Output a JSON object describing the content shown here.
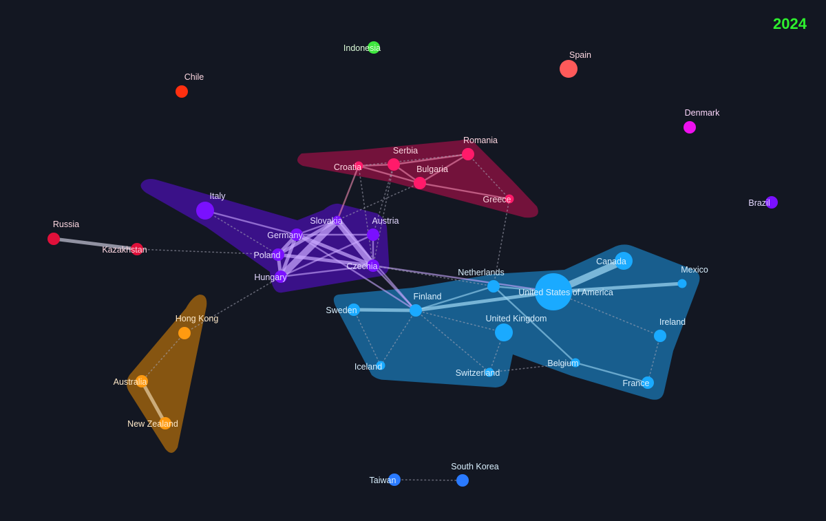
{
  "year": "2024",
  "colors": {
    "background": "#131722",
    "year": "#2ef02e",
    "cluster_purple": "#5a10c8",
    "cluster_blue": "#1a9fe8",
    "cluster_magenta": "#c0105a",
    "cluster_orange": "#e8900a"
  },
  "clusters": [
    {
      "id": "central-europe",
      "color": "#4a0fb0",
      "opacity": 0.72
    },
    {
      "id": "balkans",
      "color": "#a8104a",
      "opacity": 0.65
    },
    {
      "id": "western",
      "color": "#1a7ab8",
      "opacity": 0.72
    },
    {
      "id": "oceania",
      "color": "#b8700a",
      "opacity": 0.7
    }
  ],
  "nodes": [
    {
      "id": "indonesia",
      "label": "Indonesia",
      "color": "#3ee63e",
      "size": "small"
    },
    {
      "id": "spain",
      "label": "Spain",
      "color": "#ff5a5a",
      "size": "medium"
    },
    {
      "id": "chile",
      "label": "Chile",
      "color": "#ff3010",
      "size": "small"
    },
    {
      "id": "denmark",
      "label": "Denmark",
      "color": "#ee10ee",
      "size": "small"
    },
    {
      "id": "brazil",
      "label": "Brazil",
      "color": "#7a10ff",
      "size": "small"
    },
    {
      "id": "romania",
      "label": "Romania",
      "color": "#ff1a6a",
      "size": "small"
    },
    {
      "id": "serbia",
      "label": "Serbia",
      "color": "#ff1a6a",
      "size": "small"
    },
    {
      "id": "croatia",
      "label": "Croatia",
      "color": "#ff1a6a",
      "size": "tiny"
    },
    {
      "id": "bulgaria",
      "label": "Bulgaria",
      "color": "#ff1a6a",
      "size": "small"
    },
    {
      "id": "greece",
      "label": "Greece",
      "color": "#ff1a6a",
      "size": "tiny"
    },
    {
      "id": "italy",
      "label": "Italy",
      "color": "#7a10ff",
      "size": "medium"
    },
    {
      "id": "russia",
      "label": "Russia",
      "color": "#e0103a",
      "size": "small"
    },
    {
      "id": "kazakhstan",
      "label": "Kazakhstan",
      "color": "#e0103a",
      "size": "small"
    },
    {
      "id": "slovakia",
      "label": "Slovakia",
      "color": "#7a10ff",
      "size": "tiny"
    },
    {
      "id": "austria",
      "label": "Austria",
      "color": "#7a10ff",
      "size": "small"
    },
    {
      "id": "germany",
      "label": "Germany",
      "color": "#7a10ff",
      "size": "small"
    },
    {
      "id": "poland",
      "label": "Poland",
      "color": "#7a10ff",
      "size": "small"
    },
    {
      "id": "czechia",
      "label": "Czechia",
      "color": "#7a10ff",
      "size": "small"
    },
    {
      "id": "hungary",
      "label": "Hungary",
      "color": "#7a10ff",
      "size": "small"
    },
    {
      "id": "canada",
      "label": "Canada",
      "color": "#1aaaff",
      "size": "medium"
    },
    {
      "id": "mexico",
      "label": "Mexico",
      "color": "#1aaaff",
      "size": "tiny"
    },
    {
      "id": "netherlands",
      "label": "Netherlands",
      "color": "#1aaaff",
      "size": "small"
    },
    {
      "id": "usa",
      "label": "United States of America",
      "color": "#1aaaff",
      "size": "large"
    },
    {
      "id": "finland",
      "label": "Finland",
      "color": "#1aaaff",
      "size": "small"
    },
    {
      "id": "sweden",
      "label": "Sweden",
      "color": "#1aaaff",
      "size": "small"
    },
    {
      "id": "uk",
      "label": "United Kingdom",
      "color": "#1aaaff",
      "size": "medium"
    },
    {
      "id": "ireland",
      "label": "Ireland",
      "color": "#1aaaff",
      "size": "small"
    },
    {
      "id": "iceland",
      "label": "Iceland",
      "color": "#1aaaff",
      "size": "tiny"
    },
    {
      "id": "switzerland",
      "label": "Switzerland",
      "color": "#1aaaff",
      "size": "tiny"
    },
    {
      "id": "belgium",
      "label": "Belgium",
      "color": "#1aaaff",
      "size": "tiny"
    },
    {
      "id": "france",
      "label": "France",
      "color": "#1aaaff",
      "size": "small"
    },
    {
      "id": "hongkong",
      "label": "Hong Kong",
      "color": "#ff9a10",
      "size": "small"
    },
    {
      "id": "australia",
      "label": "Australia",
      "color": "#ff9a10",
      "size": "small"
    },
    {
      "id": "newzealand",
      "label": "New Zealand",
      "color": "#ff9a10",
      "size": "small"
    },
    {
      "id": "taiwan",
      "label": "Taiwan",
      "color": "#2a7aff",
      "size": "small"
    },
    {
      "id": "southkorea",
      "label": "South Korea",
      "color": "#2a7aff",
      "size": "small"
    }
  ],
  "edges": [
    {
      "source": "russia",
      "target": "kazakhstan",
      "weight": "strong",
      "style": "solid"
    },
    {
      "source": "kazakhstan",
      "target": "poland",
      "weight": "weak",
      "style": "dotted"
    },
    {
      "source": "italy",
      "target": "germany",
      "weight": "medium",
      "style": "solid"
    },
    {
      "source": "italy",
      "target": "poland",
      "weight": "weak",
      "style": "dotted"
    },
    {
      "source": "slovakia",
      "target": "czechia",
      "weight": "heavy",
      "style": "solid"
    },
    {
      "source": "slovakia",
      "target": "hungary",
      "weight": "heavy",
      "style": "solid"
    },
    {
      "source": "slovakia",
      "target": "poland",
      "weight": "strong",
      "style": "solid"
    },
    {
      "source": "slovakia",
      "target": "germany",
      "weight": "medium",
      "style": "solid"
    },
    {
      "source": "germany",
      "target": "czechia",
      "weight": "strong",
      "style": "solid"
    },
    {
      "source": "germany",
      "target": "poland",
      "weight": "strong",
      "style": "solid"
    },
    {
      "source": "germany",
      "target": "hungary",
      "weight": "strong",
      "style": "solid"
    },
    {
      "source": "germany",
      "target": "austria",
      "weight": "medium",
      "style": "solid"
    },
    {
      "source": "poland",
      "target": "czechia",
      "weight": "strong",
      "style": "solid"
    },
    {
      "source": "poland",
      "target": "hungary",
      "weight": "strong",
      "style": "solid"
    },
    {
      "source": "hungary",
      "target": "czechia",
      "weight": "medium",
      "style": "solid"
    },
    {
      "source": "austria",
      "target": "czechia",
      "weight": "medium",
      "style": "solid"
    },
    {
      "source": "austria",
      "target": "hungary",
      "weight": "medium",
      "style": "solid"
    },
    {
      "source": "czechia",
      "target": "usa",
      "weight": "medium",
      "style": "solid"
    },
    {
      "source": "czechia",
      "target": "finland",
      "weight": "medium",
      "style": "solid"
    },
    {
      "source": "germany",
      "target": "finland",
      "weight": "medium",
      "style": "solid"
    },
    {
      "source": "slovakia",
      "target": "finland",
      "weight": "medium",
      "style": "solid"
    },
    {
      "source": "croatia",
      "target": "slovakia",
      "weight": "medium",
      "style": "solid"
    },
    {
      "source": "croatia",
      "target": "serbia",
      "weight": "medium",
      "style": "solid"
    },
    {
      "source": "croatia",
      "target": "bulgaria",
      "weight": "medium",
      "style": "solid"
    },
    {
      "source": "serbia",
      "target": "bulgaria",
      "weight": "medium",
      "style": "solid"
    },
    {
      "source": "serbia",
      "target": "romania",
      "weight": "medium",
      "style": "solid"
    },
    {
      "source": "bulgaria",
      "target": "romania",
      "weight": "medium",
      "style": "solid"
    },
    {
      "source": "bulgaria",
      "target": "greece",
      "weight": "medium",
      "style": "solid"
    },
    {
      "source": "croatia",
      "target": "romania",
      "weight": "weak",
      "style": "dotted"
    },
    {
      "source": "romania",
      "target": "greece",
      "weight": "weak",
      "style": "dotted"
    },
    {
      "source": "greece",
      "target": "netherlands",
      "weight": "weak",
      "style": "dotted"
    },
    {
      "source": "bulgaria",
      "target": "slovakia",
      "weight": "weak",
      "style": "dotted"
    },
    {
      "source": "serbia",
      "target": "czechia",
      "weight": "weak",
      "style": "dotted"
    },
    {
      "source": "croatia",
      "target": "czechia",
      "weight": "weak",
      "style": "dotted"
    },
    {
      "source": "serbia",
      "target": "austria",
      "weight": "weak",
      "style": "dotted"
    },
    {
      "source": "usa",
      "target": "canada",
      "weight": "heavy",
      "style": "solid"
    },
    {
      "source": "usa",
      "target": "mexico",
      "weight": "strong",
      "style": "solid"
    },
    {
      "source": "usa",
      "target": "finland",
      "weight": "strong",
      "style": "solid"
    },
    {
      "source": "finland",
      "target": "sweden",
      "weight": "strong",
      "style": "solid"
    },
    {
      "source": "finland",
      "target": "netherlands",
      "weight": "medium",
      "style": "solid"
    },
    {
      "source": "netherlands",
      "target": "usa",
      "weight": "medium",
      "style": "solid"
    },
    {
      "source": "netherlands",
      "target": "belgium",
      "weight": "medium",
      "style": "solid"
    },
    {
      "source": "belgium",
      "target": "france",
      "weight": "medium",
      "style": "solid"
    },
    {
      "source": "finland",
      "target": "iceland",
      "weight": "weak",
      "style": "dotted"
    },
    {
      "source": "finland",
      "target": "switzerland",
      "weight": "weak",
      "style": "dotted"
    },
    {
      "source": "finland",
      "target": "uk",
      "weight": "weak",
      "style": "dotted"
    },
    {
      "source": "uk",
      "target": "switzerland",
      "weight": "weak",
      "style": "dotted"
    },
    {
      "source": "switzerland",
      "target": "belgium",
      "weight": "weak",
      "style": "dotted"
    },
    {
      "source": "usa",
      "target": "ireland",
      "weight": "weak",
      "style": "dotted"
    },
    {
      "source": "ireland",
      "target": "france",
      "weight": "weak",
      "style": "dotted"
    },
    {
      "source": "czechia",
      "target": "netherlands",
      "weight": "weak",
      "style": "dotted"
    },
    {
      "source": "sweden",
      "target": "iceland",
      "weight": "weak",
      "style": "dotted"
    },
    {
      "source": "hungary",
      "target": "hongkong",
      "weight": "weak",
      "style": "dotted"
    },
    {
      "source": "hongkong",
      "target": "australia",
      "weight": "weak",
      "style": "dotted"
    },
    {
      "source": "australia",
      "target": "newzealand",
      "weight": "strong",
      "style": "solid"
    },
    {
      "source": "taiwan",
      "target": "southkorea",
      "weight": "weak",
      "style": "dotted"
    }
  ]
}
